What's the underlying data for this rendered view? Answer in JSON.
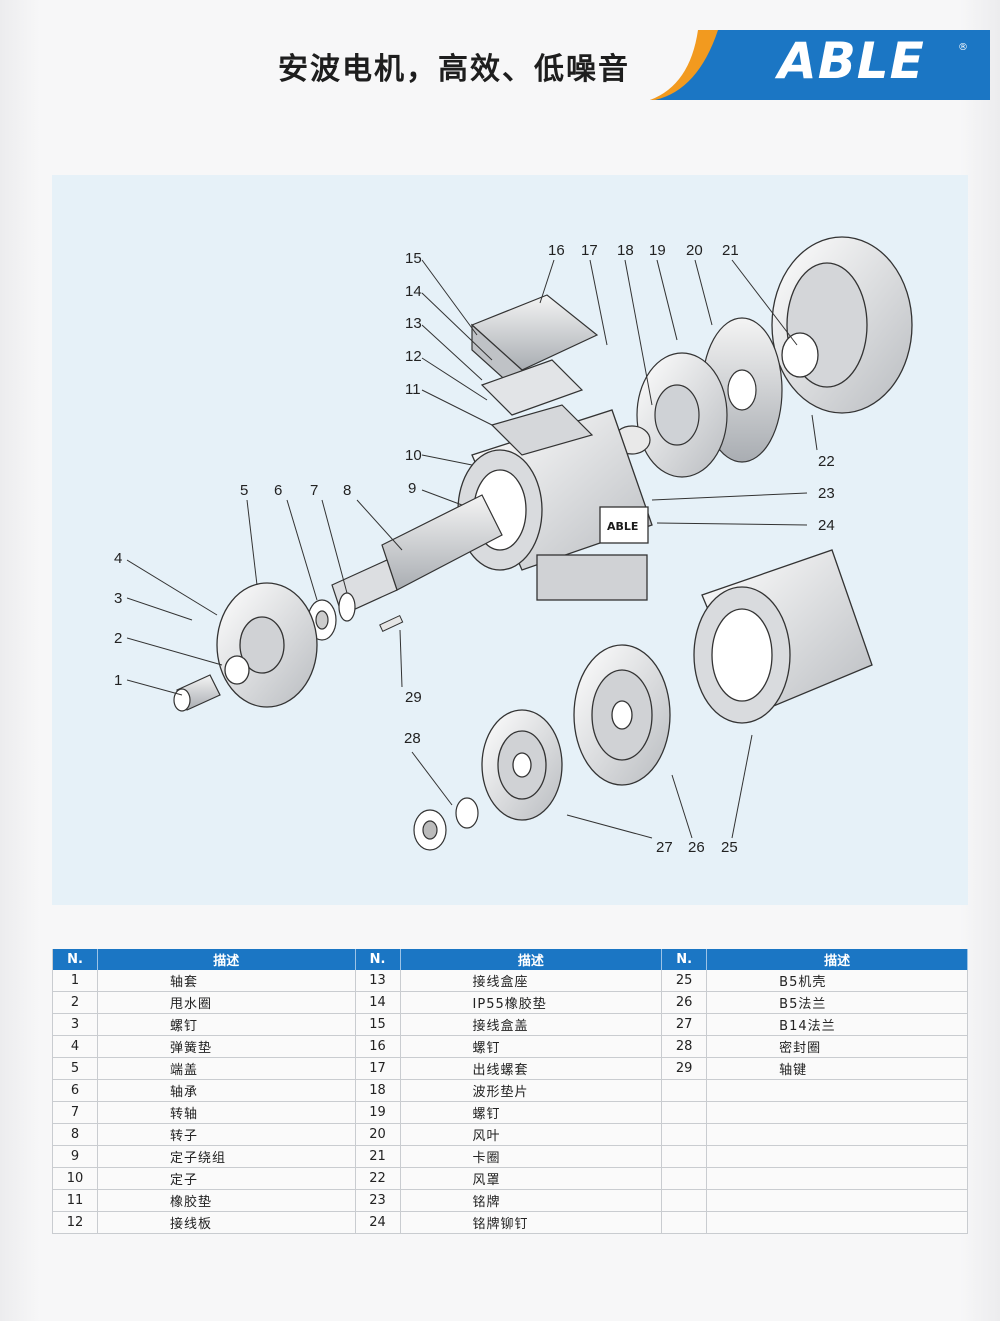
{
  "header": {
    "slogan": "安波电机，高效、低噪音",
    "logo": "ABLE",
    "reg_mark": "®",
    "colors": {
      "brand_blue": "#1b76c4",
      "accent_orange": "#f29a1f"
    }
  },
  "diagram": {
    "nameplate_text": "ABLE",
    "callouts": [
      "1",
      "2",
      "3",
      "4",
      "5",
      "6",
      "7",
      "8",
      "9",
      "10",
      "11",
      "12",
      "13",
      "14",
      "15",
      "16",
      "17",
      "18",
      "19",
      "20",
      "21",
      "22",
      "23",
      "24",
      "25",
      "26",
      "27",
      "28",
      "29"
    ]
  },
  "table": {
    "headers": [
      {
        "n": "N.",
        "desc": "描述"
      },
      {
        "n": "N.",
        "desc": "描述"
      },
      {
        "n": "N.",
        "desc": "描述"
      }
    ],
    "rows": [
      [
        {
          "n": "1",
          "d": "轴套"
        },
        {
          "n": "13",
          "d": "接线盒座"
        },
        {
          "n": "25",
          "d": "B5机壳"
        }
      ],
      [
        {
          "n": "2",
          "d": "甩水圈"
        },
        {
          "n": "14",
          "d": "IP55橡胶垫"
        },
        {
          "n": "26",
          "d": "B5法兰"
        }
      ],
      [
        {
          "n": "3",
          "d": "螺钉"
        },
        {
          "n": "15",
          "d": "接线盒盖"
        },
        {
          "n": "27",
          "d": "B14法兰"
        }
      ],
      [
        {
          "n": "4",
          "d": "弹簧垫"
        },
        {
          "n": "16",
          "d": "螺钉"
        },
        {
          "n": "28",
          "d": "密封圈"
        }
      ],
      [
        {
          "n": "5",
          "d": "端盖"
        },
        {
          "n": "17",
          "d": "出线螺套"
        },
        {
          "n": "29",
          "d": "轴键"
        }
      ],
      [
        {
          "n": "6",
          "d": "轴承"
        },
        {
          "n": "18",
          "d": "波形垫片"
        },
        {
          "n": "",
          "d": ""
        }
      ],
      [
        {
          "n": "7",
          "d": "转轴"
        },
        {
          "n": "19",
          "d": "螺钉"
        },
        {
          "n": "",
          "d": ""
        }
      ],
      [
        {
          "n": "8",
          "d": "转子"
        },
        {
          "n": "20",
          "d": "风叶"
        },
        {
          "n": "",
          "d": ""
        }
      ],
      [
        {
          "n": "9",
          "d": "定子绕组"
        },
        {
          "n": "21",
          "d": "卡圈"
        },
        {
          "n": "",
          "d": ""
        }
      ],
      [
        {
          "n": "10",
          "d": "定子"
        },
        {
          "n": "22",
          "d": "风罩"
        },
        {
          "n": "",
          "d": ""
        }
      ],
      [
        {
          "n": "11",
          "d": "橡胶垫"
        },
        {
          "n": "23",
          "d": "铭牌"
        },
        {
          "n": "",
          "d": ""
        }
      ],
      [
        {
          "n": "12",
          "d": "接线板"
        },
        {
          "n": "24",
          "d": "铭牌铆钉"
        },
        {
          "n": "",
          "d": ""
        }
      ]
    ]
  }
}
